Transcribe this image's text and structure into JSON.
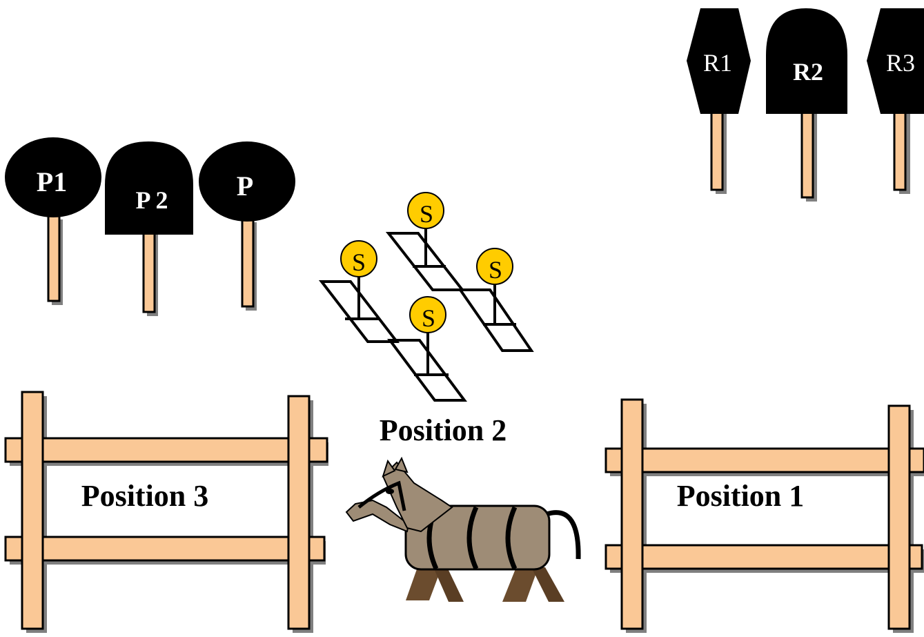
{
  "colors": {
    "wood": "#FAC896",
    "outline": "#000000",
    "shadow": "#808080",
    "sign": "#000000",
    "sign_text": "#FFFFFF",
    "stand": "#FFCC00",
    "horse_body": "#9E8C76",
    "horse_legs": "#6B4C2E"
  },
  "signs_left": {
    "p1": "P1",
    "p2": "P 2",
    "p3": "P"
  },
  "signs_right": {
    "r1": "R1",
    "r2": "R2",
    "r3": "R3"
  },
  "stands": {
    "marker": "S"
  },
  "positions": {
    "position_1": "Position 1",
    "position_2": "Position 2",
    "position_3": "Position 3"
  },
  "icons": {
    "horse": "vaulting-barrel-horse-icon"
  }
}
